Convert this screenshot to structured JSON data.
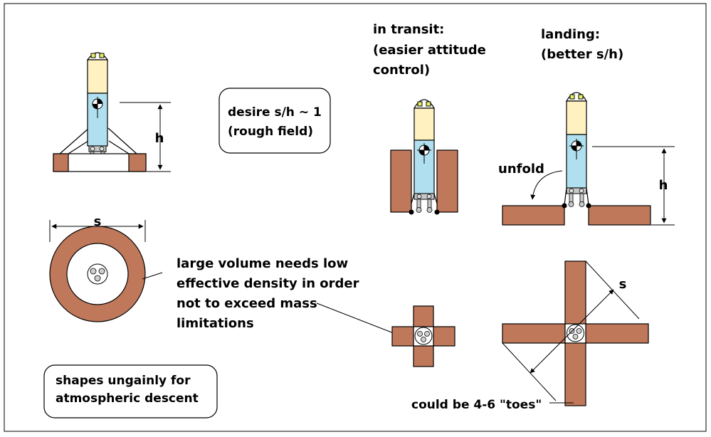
{
  "labels": {
    "h_left": "h",
    "h_right": "h",
    "s_ring": "s",
    "s_cross": "s",
    "desire_line1": "desire s/h ~ 1",
    "desire_line2": "(rough field)",
    "transit_line1": "in transit:",
    "transit_line2": "(easier attitude",
    "transit_line3": "control)",
    "landing_line1": "landing:",
    "landing_line2": "(better s/h)",
    "unfold": "unfold",
    "volume_line1": "large volume needs low",
    "volume_line2": "effective density in order",
    "volume_line3": "not to exceed mass",
    "volume_line4": "limitations",
    "shapes_line1": "shapes ungainly for",
    "shapes_line2": "atmospheric descent",
    "toes": "could be 4-6 \"toes\""
  },
  "colors": {
    "leg_brown": "#c0785a",
    "upper_stage": "#fff2c0",
    "lower_stage": "#b0e0f0",
    "light_yellow": "#e8f060",
    "engine_gray": "#c8c8c8"
  }
}
